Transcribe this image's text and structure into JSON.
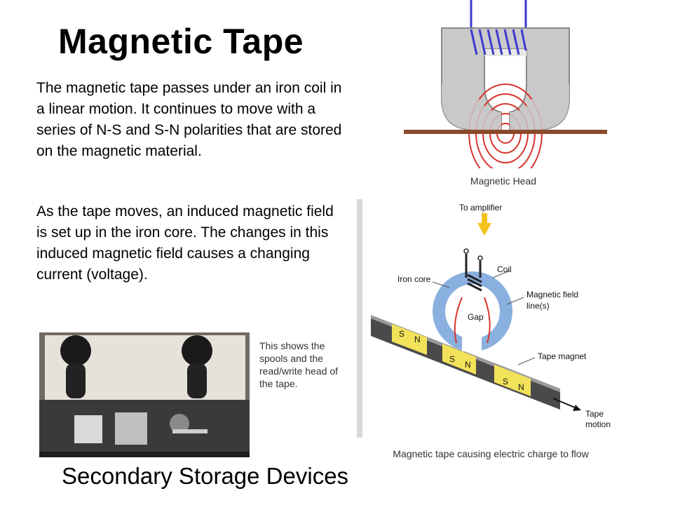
{
  "slide": {
    "title": "Magnetic Tape",
    "paragraph1": "The magnetic tape passes under an iron coil in a linear motion. It continues to move with a series of N-S and S-N polarities that are stored on the magnetic material.",
    "paragraph2": "As the tape moves, an induced magnetic field is set up in the iron core. The changes in this induced magnetic field causes a changing current (voltage).",
    "head_caption": "Magnetic Head",
    "tape_caption": "Magnetic tape causing electric charge to flow",
    "photo_caption": "This shows the spools and the read/write head of the tape.",
    "footer": "Secondary Storage Devices"
  },
  "diagram": {
    "to_amplifier": "To amplifier",
    "coil": "Coil",
    "iron_core": "Iron core",
    "magnetic_field_line1": "Magnetic field",
    "magnetic_field_line2": "line(s)",
    "gap": "Gap",
    "tape_magnet": "Tape magnet",
    "tape_motion1": "Tape",
    "tape_motion2": "motion",
    "pole_s": "S",
    "pole_n": "N"
  },
  "colors": {
    "coil_wire": "#3b3bd0",
    "field_lines": "#d8342c",
    "tape_strip": "#8b4a2b",
    "core_blue": "#8ab0e0",
    "magnet_yellow": "#f2e25a",
    "arrow_yellow": "#f5c21a"
  }
}
